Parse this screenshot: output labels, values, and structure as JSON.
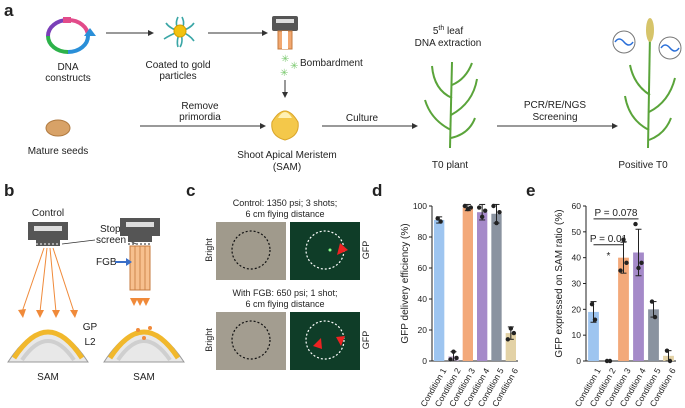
{
  "panel_labels": {
    "a": "a",
    "b": "b",
    "c": "c",
    "d": "d",
    "e": "e"
  },
  "panel_a": {
    "dna_constructs": [
      "DNA",
      "constructs"
    ],
    "coated": [
      "Coated to gold",
      "particles"
    ],
    "bombardment": "Bombardment",
    "remove_primordia": [
      "Remove",
      "primordia"
    ],
    "mature_seeds": "Mature seeds",
    "culture": "Culture",
    "sam": [
      "Shoot Apical Meristem",
      "(SAM)"
    ],
    "leaf_num": "5",
    "leaf_sup": "th",
    "leaf_rest": " leaf",
    "dna_extraction": "DNA extraction",
    "t0_plant": "T0 plant",
    "screening": [
      "PCR/RE/NGS",
      "Screening"
    ],
    "positive": "Positive T0"
  },
  "panel_b": {
    "control": "Control",
    "stop_screen": [
      "Stop",
      "screen"
    ],
    "fgb": "FGB",
    "gp": "GP",
    "l2": "L2",
    "sam_left": "SAM",
    "sam_right": "SAM"
  },
  "panel_c": {
    "control_caption": [
      "Control: 1350 psi; 3 shots;",
      "6 cm flying distance"
    ],
    "fgb_caption": [
      "With FGB: 650 psi; 1 shot;",
      "6 cm flying distance"
    ],
    "bright_top": "Bright",
    "gfp_top": "GFP",
    "bright_bottom": "Bright",
    "gfp_bottom": "GFP"
  },
  "colors": {
    "c1": "#9ec5f0",
    "c2": "#c9b3d6",
    "c3": "#f3a97a",
    "c4": "#a58ac9",
    "c5": "#8a93a0",
    "c6": "#e3d2a6",
    "gfp_bg": "#0f3d28",
    "bright_bg": "#a09a8c"
  },
  "chart_data": [
    {
      "type": "bar",
      "panel": "d",
      "ylabel": "GFP delivery efficiency (%)",
      "categories": [
        "Condition 1",
        "Condition 2",
        "Condition 3",
        "Condition 4",
        "Condition 5",
        "Condition 6"
      ],
      "values": [
        91,
        3,
        99,
        96,
        95,
        18
      ],
      "errors": [
        2,
        3,
        2,
        5,
        6,
        4
      ],
      "points": [
        [
          92,
          90
        ],
        [
          1,
          6,
          2
        ],
        [
          100,
          98,
          99
        ],
        [
          99,
          93,
          97
        ],
        [
          100,
          89,
          96
        ],
        [
          14,
          21,
          18
        ]
      ],
      "ylim": [
        0,
        100
      ],
      "yticks": [
        0,
        20,
        40,
        60,
        80,
        100
      ]
    },
    {
      "type": "bar",
      "panel": "e",
      "ylabel": "GFP expressed on SAM ratio (%)",
      "categories": [
        "Condition 1",
        "Condition 2",
        "Condition 3",
        "Condition 4",
        "Condition 5",
        "Condition 6"
      ],
      "values": [
        19,
        0,
        40,
        42,
        20,
        2
      ],
      "errors": [
        4,
        0,
        6,
        9,
        3,
        2
      ],
      "points": [
        [
          22,
          16
        ],
        [
          0,
          0
        ],
        [
          35,
          47,
          38
        ],
        [
          53,
          36,
          38
        ],
        [
          23,
          17
        ],
        [
          4,
          0
        ]
      ],
      "ylim": [
        0,
        60
      ],
      "yticks": [
        0,
        10,
        20,
        30,
        40,
        50,
        60
      ],
      "annotations": [
        {
          "text": "P = 0.078",
          "from": 0,
          "to": 3,
          "y": 55
        },
        {
          "text": "P = 0.01",
          "from": 0,
          "to": 2,
          "y": 45
        },
        {
          "text": "*",
          "from": 0,
          "to": 2,
          "y": 43
        }
      ]
    }
  ]
}
